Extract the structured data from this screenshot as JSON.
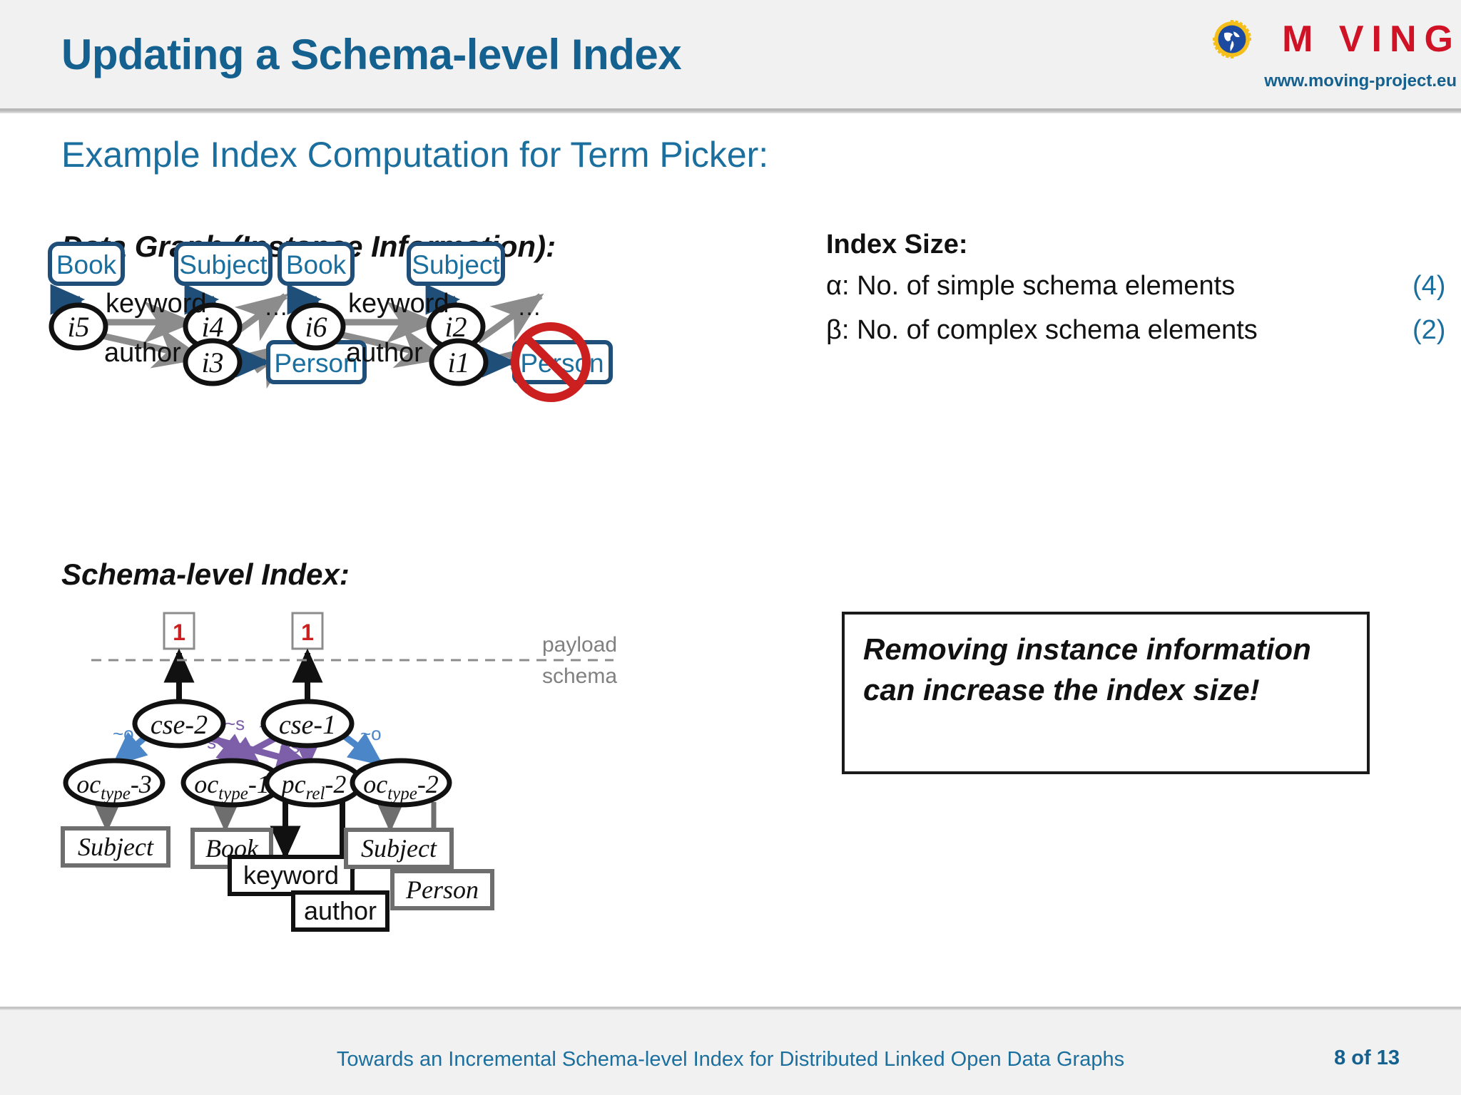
{
  "header": {
    "title": "Updating a Schema-level Index",
    "logo_text": "M VING",
    "logo_letters": [
      "M",
      "V",
      "I",
      "N",
      "G"
    ],
    "logo_globe_icon": "globe-icon",
    "logo_url": "www.moving-project.eu",
    "logo_color": "#cf1225",
    "title_color": "#14608f"
  },
  "subtitle": "Example Index Computation for Term Picker:",
  "sections": {
    "data_graph_heading": "Data Graph (Instance Information):",
    "schema_index_heading": "Schema-level Index:"
  },
  "index_size": {
    "title": "Index Size:",
    "rows": [
      {
        "label": "α: No. of simple schema elements",
        "value": "(4)"
      },
      {
        "label": "β: No. of complex schema elements",
        "value": "(2)"
      }
    ],
    "value_color": "#1b6f9e"
  },
  "callout": {
    "text": "Removing instance information can increase the index size!"
  },
  "data_graph": {
    "type_boxes": [
      {
        "id": "t-book-1",
        "label": "Book"
      },
      {
        "id": "t-subject-1",
        "label": "Subject"
      },
      {
        "id": "t-book-2",
        "label": "Book"
      },
      {
        "id": "t-subject-2",
        "label": "Subject"
      },
      {
        "id": "t-person-1",
        "label": "Person"
      },
      {
        "id": "t-person-2",
        "label": "Person",
        "struck_out": true
      }
    ],
    "instances": [
      {
        "id": "i5",
        "label": "i5"
      },
      {
        "id": "i4",
        "label": "i4"
      },
      {
        "id": "i3",
        "label": "i3"
      },
      {
        "id": "i6",
        "label": "i6"
      },
      {
        "id": "i2",
        "label": "i2"
      },
      {
        "id": "i1",
        "label": "i1"
      }
    ],
    "edge_labels": [
      {
        "id": "e-keyword-1",
        "label": "keyword"
      },
      {
        "id": "e-author-1",
        "label": "author"
      },
      {
        "id": "e-keyword-2",
        "label": "keyword"
      },
      {
        "id": "e-author-2",
        "label": "author"
      }
    ],
    "ellipsis": [
      "…",
      "…"
    ],
    "forbidden_icon": "forbidden-icon"
  },
  "schema_index": {
    "payload_boxes": [
      {
        "id": "payload-left",
        "label": "1"
      },
      {
        "id": "payload-right",
        "label": "1"
      }
    ],
    "divider_labels": {
      "above": "payload",
      "below": "schema"
    },
    "cse_nodes": [
      {
        "id": "cse-2",
        "label": "cse-2"
      },
      {
        "id": "cse-1",
        "label": "cse-1"
      }
    ],
    "schema_element_nodes": [
      {
        "id": "oc-type-3",
        "main": "oc",
        "sub": "type",
        "suffix": "-3"
      },
      {
        "id": "oc-type-1",
        "main": "oc",
        "sub": "type",
        "suffix": "-1"
      },
      {
        "id": "pc-rel-2",
        "main": "pc",
        "sub": "rel",
        "suffix": "-2"
      },
      {
        "id": "oc-type-2",
        "main": "oc",
        "sub": "type",
        "suffix": "-2"
      }
    ],
    "leaf_boxes": [
      {
        "id": "leaf-subject-1",
        "label": "Subject",
        "style": "gray"
      },
      {
        "id": "leaf-book",
        "label": "Book",
        "style": "gray"
      },
      {
        "id": "leaf-keyword",
        "label": "keyword",
        "style": "black"
      },
      {
        "id": "leaf-author",
        "label": "author",
        "style": "black"
      },
      {
        "id": "leaf-subject-2",
        "label": "Subject",
        "style": "gray"
      },
      {
        "id": "leaf-person",
        "label": "Person",
        "style": "gray"
      }
    ],
    "relation_labels": [
      {
        "id": "rel-o-left",
        "label": "~o",
        "color": "#4a86c8"
      },
      {
        "id": "rel-s-1",
        "label": "~s",
        "color": "#7c5fa8"
      },
      {
        "id": "rel-s-2",
        "label": "~s",
        "color": "#7c5fa8"
      },
      {
        "id": "rel-s-3",
        "label": "~s",
        "color": "#7c5fa8"
      },
      {
        "id": "rel-s-4",
        "label": "~s",
        "color": "#7c5fa8"
      },
      {
        "id": "rel-o-right",
        "label": "~o",
        "color": "#4a86c8"
      }
    ]
  },
  "footer": {
    "text": "Towards an Incremental Schema-level Index for Distributed Linked Open Data Graphs",
    "page": "8 of 13"
  }
}
